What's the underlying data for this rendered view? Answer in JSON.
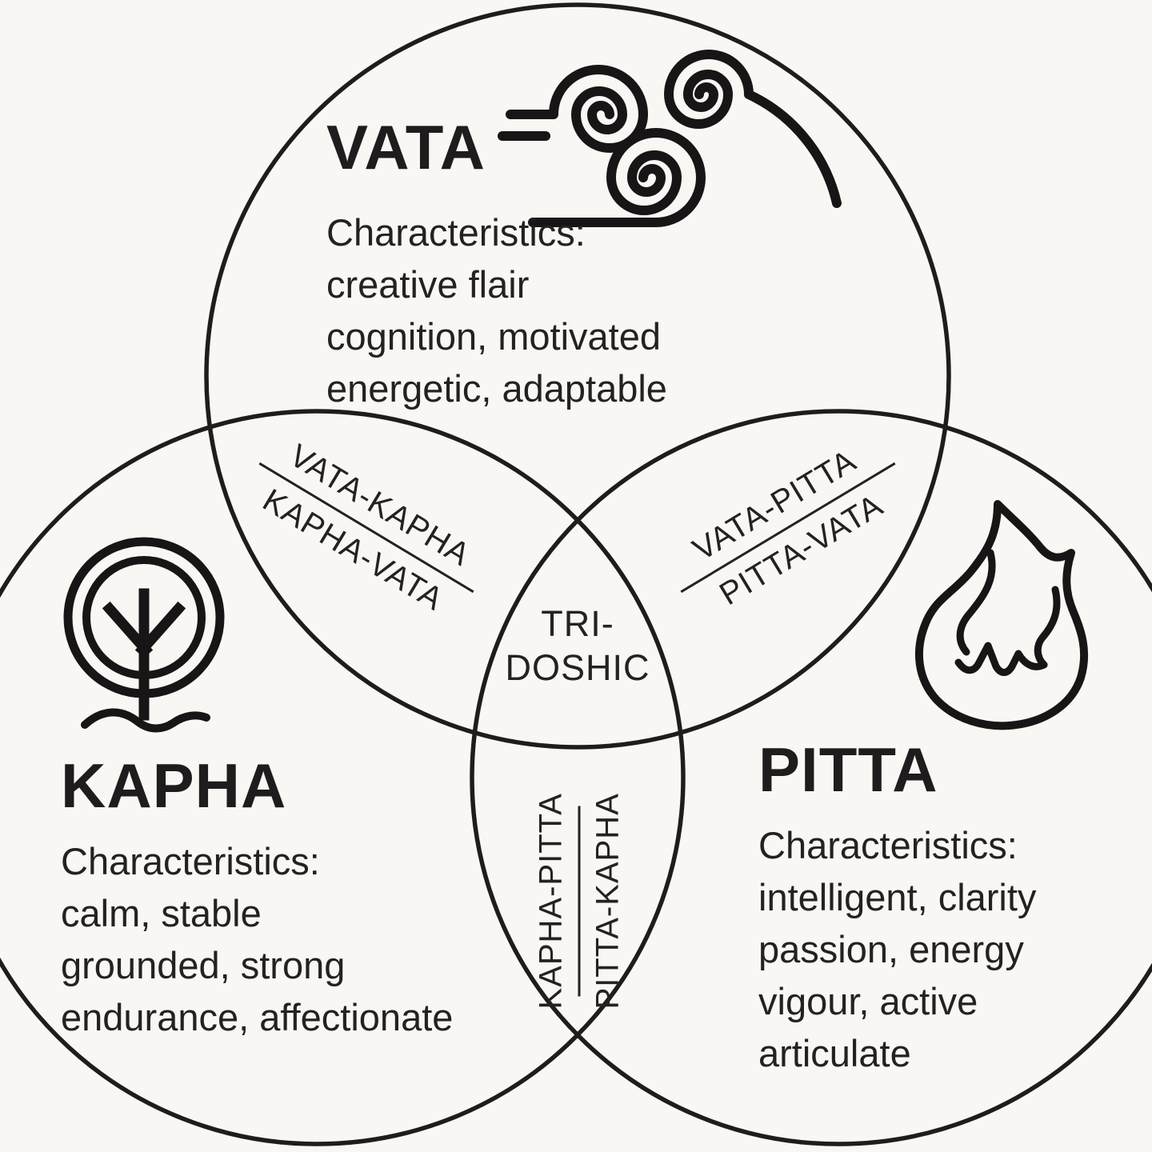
{
  "palette": {
    "background": "#f8f7f4",
    "ink": "#1f1c1d"
  },
  "diagram": {
    "type": "venn-3-circles",
    "subject": "Ayurvedic doshas",
    "circles": [
      {
        "id": "vata",
        "label": "VATA",
        "icon": "wind",
        "characteristics_heading": "Characteristics:",
        "traits": [
          "creative flair",
          "cognition, motivated",
          "energetic, adaptable"
        ]
      },
      {
        "id": "kapha",
        "label": "KAPHA",
        "icon": "tree",
        "characteristics_heading": "Characteristics:",
        "traits": [
          "calm, stable",
          "grounded, strong",
          "endurance, affectionate"
        ]
      },
      {
        "id": "pitta",
        "label": "PITTA",
        "icon": "fire",
        "characteristics_heading": "Characteristics:",
        "traits": [
          "intelligent, clarity",
          "passion, energy",
          "vigour, active",
          "articulate"
        ]
      }
    ],
    "overlaps": {
      "vata_kapha": {
        "line1": "VATA-KAPHA",
        "line2": "KAPHA-VATA"
      },
      "vata_pitta": {
        "line1": "VATA-PITTA",
        "line2": "PITTA-VATA"
      },
      "kapha_pitta": {
        "line1": "KAPHA-PITTA",
        "line2": "PITTA-KAPHA"
      },
      "center": {
        "line1": "TRI-",
        "line2": "DOSHIC"
      }
    }
  }
}
